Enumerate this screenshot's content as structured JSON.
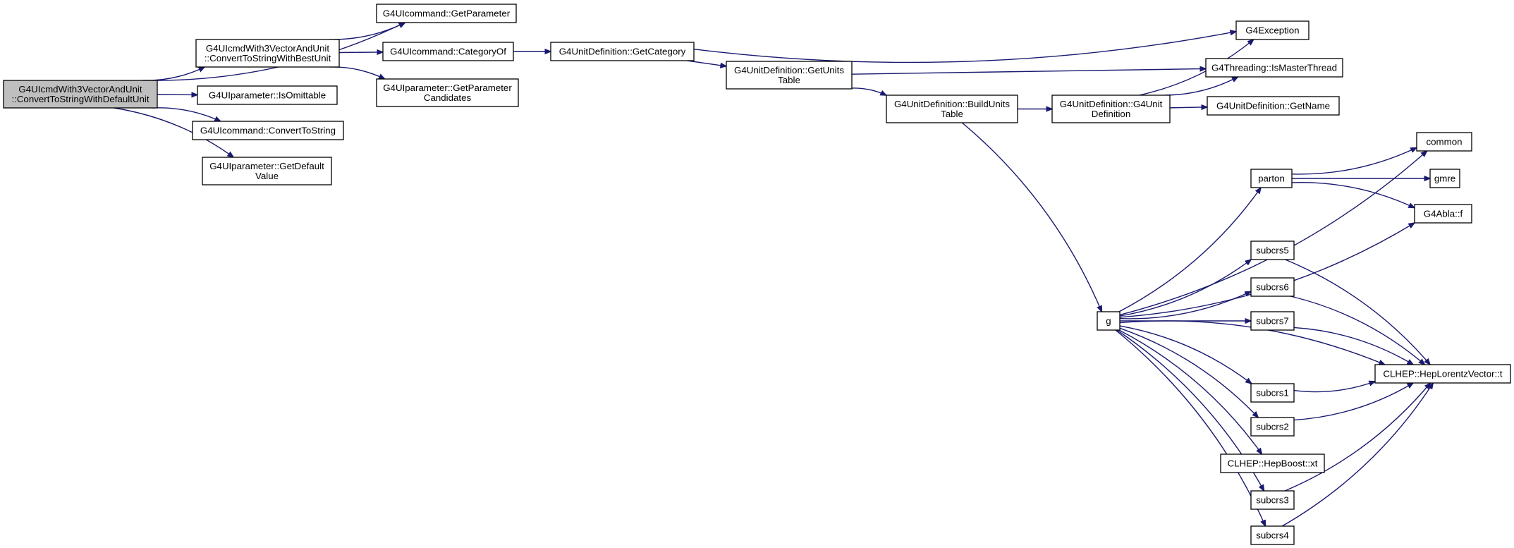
{
  "colors": {
    "edge": "#191970",
    "root_fill": "#bfbfbf",
    "node_fill": "#ffffff",
    "node_border": "#000000"
  },
  "nodes": {
    "root": [
      "G4UIcmdWith3VectorAndUnit",
      "::ConvertToStringWithDefaultUnit"
    ],
    "best": [
      "G4UIcmdWith3VectorAndUnit",
      "::ConvertToStringWithBestUnit"
    ],
    "getparam": [
      "G4UIcommand::GetParameter"
    ],
    "catof": [
      "G4UIcommand::CategoryOf"
    ],
    "candidates": [
      "G4UIparameter::GetParameter",
      "Candidates"
    ],
    "omittable": [
      "G4UIparameter::IsOmittable"
    ],
    "convstr": [
      "G4UIcommand::ConvertToString"
    ],
    "defval": [
      "G4UIparameter::GetDefault",
      "Value"
    ],
    "getcat": [
      "G4UnitDefinition::GetCategory"
    ],
    "unitstable": [
      "G4UnitDefinition::GetUnits",
      "Table"
    ],
    "buildunits": [
      "G4UnitDefinition::BuildUnits",
      "Table"
    ],
    "g4unitdef": [
      "G4UnitDefinition::G4Unit",
      "Definition"
    ],
    "exception": [
      "G4Exception"
    ],
    "master": [
      "G4Threading::IsMasterThread"
    ],
    "getname": [
      "G4UnitDefinition::GetName"
    ],
    "g": [
      "g"
    ],
    "parton": [
      "parton"
    ],
    "common": [
      "common"
    ],
    "gmre": [
      "gmre"
    ],
    "abla": [
      "G4Abla::f"
    ],
    "subcrs5": [
      "subcrs5"
    ],
    "subcrs6": [
      "subcrs6"
    ],
    "subcrs7": [
      "subcrs7"
    ],
    "lorentz": [
      "CLHEP::HepLorentzVector::t"
    ],
    "subcrs1": [
      "subcrs1"
    ],
    "subcrs2": [
      "subcrs2"
    ],
    "boost": [
      "CLHEP::HepBoost::xt"
    ],
    "subcrs3": [
      "subcrs3"
    ],
    "subcrs4": [
      "subcrs4"
    ]
  },
  "edges": [
    [
      "root",
      "getparam"
    ],
    [
      "root",
      "best"
    ],
    [
      "root",
      "omittable"
    ],
    [
      "root",
      "convstr"
    ],
    [
      "root",
      "defval"
    ],
    [
      "best",
      "getparam"
    ],
    [
      "best",
      "catof"
    ],
    [
      "best",
      "candidates"
    ],
    [
      "catof",
      "getcat"
    ],
    [
      "getcat",
      "exception"
    ],
    [
      "getcat",
      "unitstable"
    ],
    [
      "unitstable",
      "master"
    ],
    [
      "unitstable",
      "buildunits"
    ],
    [
      "buildunits",
      "g4unitdef"
    ],
    [
      "buildunits",
      "g"
    ],
    [
      "g4unitdef",
      "exception"
    ],
    [
      "g4unitdef",
      "master"
    ],
    [
      "g4unitdef",
      "getname"
    ],
    [
      "g",
      "common"
    ],
    [
      "g",
      "parton"
    ],
    [
      "g",
      "abla"
    ],
    [
      "g",
      "subcrs5"
    ],
    [
      "g",
      "subcrs6"
    ],
    [
      "g",
      "subcrs7"
    ],
    [
      "g",
      "lorentz"
    ],
    [
      "g",
      "subcrs1"
    ],
    [
      "g",
      "subcrs2"
    ],
    [
      "g",
      "boost"
    ],
    [
      "g",
      "subcrs3"
    ],
    [
      "g",
      "subcrs4"
    ],
    [
      "parton",
      "common"
    ],
    [
      "parton",
      "gmre"
    ],
    [
      "parton",
      "abla"
    ],
    [
      "subcrs5",
      "lorentz"
    ],
    [
      "subcrs6",
      "lorentz"
    ],
    [
      "subcrs7",
      "lorentz"
    ],
    [
      "subcrs1",
      "lorentz"
    ],
    [
      "subcrs2",
      "lorentz"
    ],
    [
      "subcrs3",
      "lorentz"
    ],
    [
      "subcrs4",
      "lorentz"
    ]
  ]
}
